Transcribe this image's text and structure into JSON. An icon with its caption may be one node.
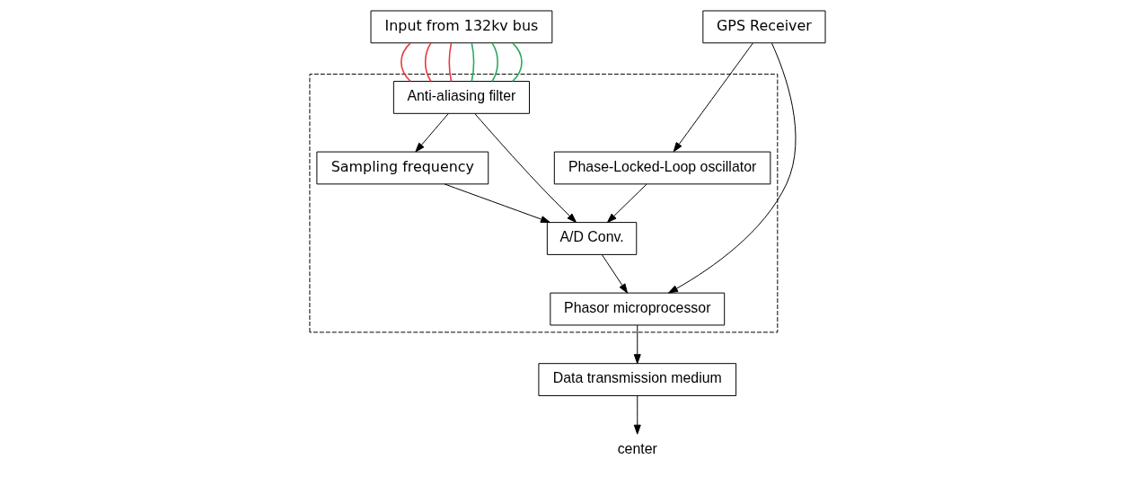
{
  "diagram": {
    "nodes": [
      {
        "text": [
          "Input from 132kv bus"
        ]
      },
      {
        "text": [
          "GPS Receiver"
        ]
      },
      {
        "text": [
          "center"
        ]
      },
      {
        "text": [],
        "shape": "box"
      },
      {
        "text": [
          "Sampling frequency"
        ],
        "in": 3
      },
      {
        "text": [
          "Phase-Locked-Loop oscillator"
        ],
        "in": 3
      },
      {
        "text": [
          "Data transmission medium"
        ]
      },
      {
        "text": [
          "Anti-aliasing filter"
        ],
        "in": 3
      },
      {
        "text": [
          "A/D Conv."
        ],
        "in": 3
      },
      {
        "text": [
          "Phasor microprocessor"
        ],
        "in": 3
      }
    ],
    "edges": [
      {
        "from": 0,
        "to": 7,
        "arrow": "none",
        "color": "#e8383d"
      },
      {
        "from": 0,
        "to": 7,
        "arrow": "none",
        "color": "#e8383d"
      },
      {
        "from": 0,
        "to": 7,
        "arrow": "none",
        "color": "#e8383d"
      },
      {
        "from": 0,
        "to": 7,
        "arrow": "none",
        "color": "#27a95a"
      },
      {
        "from": 0,
        "to": 7,
        "arrow": "none",
        "color": "#27a95a"
      },
      {
        "from": 0,
        "to": 7,
        "arrow": "none",
        "color": "#27a95a"
      },
      {
        "from": 1,
        "to": 5,
        "arrow": "to"
      },
      {
        "from": 1,
        "to": 9,
        "arrow": "to"
      },
      {
        "from": 6,
        "to": 2,
        "arrow": "to"
      },
      {
        "from": 7,
        "to": 4,
        "arrow": "to"
      },
      {
        "from": 7,
        "to": 8,
        "arrow": "to"
      },
      {
        "from": 4,
        "to": 8,
        "arrow": "to"
      },
      {
        "from": 5,
        "to": 8,
        "arrow": "to"
      },
      {
        "from": 8,
        "to": 9,
        "arrow": "to"
      },
      {
        "from": 9,
        "to": 6,
        "arrow": "to"
      }
    ]
  }
}
